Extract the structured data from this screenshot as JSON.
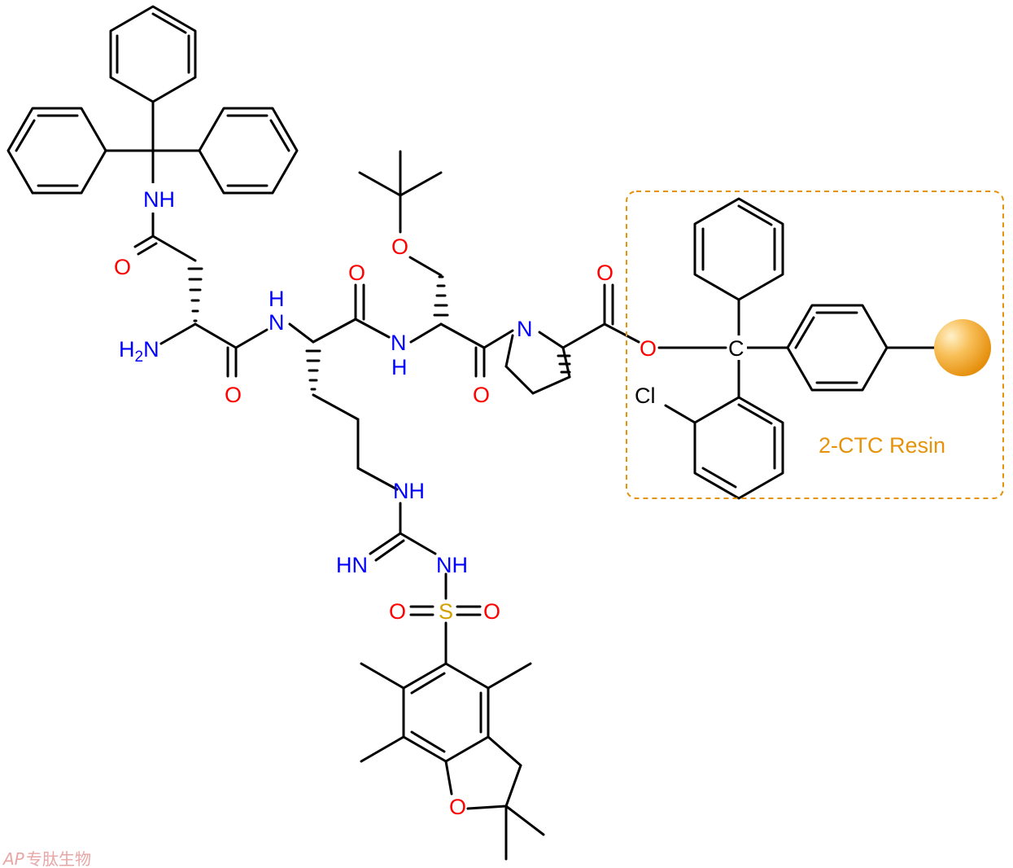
{
  "colors": {
    "nitrogen": "#0000ff",
    "oxygen": "#ff0000",
    "sulfur": "#d4a000",
    "resin_accent": "#e5930b",
    "watermark": "#e8a6a6"
  },
  "atoms": {
    "nh_trityl": "NH",
    "o_asn_side": "O",
    "h2n": "H",
    "h2n_sub": "2",
    "h2n_n": "N",
    "n_arg": "N",
    "h_arg": "H",
    "o_asn_backbone": "O",
    "o_arg_backbone": "O",
    "n_ser": "N",
    "h_ser": "H",
    "o_ser_side": "O",
    "o_ser_backbone": "O",
    "n_pro": "N",
    "o_pro_carbonyl": "O",
    "o_ester": "O",
    "c_trityl": "C",
    "cl": "Cl",
    "nh_guanidine": "NH",
    "hn_imine": "HN",
    "nh_sulfonyl": "NH",
    "o_s_left": "O",
    "s": "S",
    "o_s_right": "O",
    "o_pbf": "O"
  },
  "resin_label": "2-CTC Resin",
  "watermark": {
    "ap": "AP",
    "cn": "专肽生物"
  }
}
